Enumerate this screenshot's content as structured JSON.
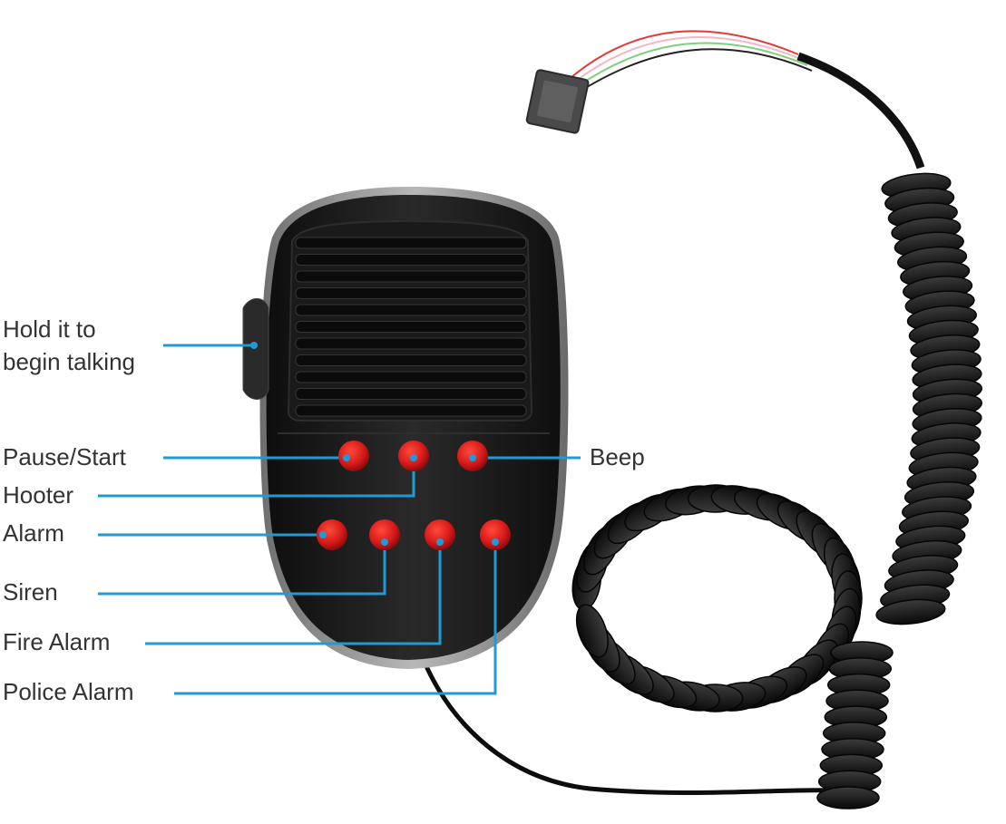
{
  "callouts": {
    "ptt": "Hold it to\nbegin talking",
    "pause_start": "Pause/Start",
    "hooter": "Hooter",
    "alarm": "Alarm",
    "siren": "Siren",
    "fire_alarm": "Fire Alarm",
    "police_alarm": "Police Alarm",
    "beep": "Beep"
  },
  "colors": {
    "leader_line": "#1e9ad6",
    "button_red": "#d81a1a",
    "body_black": "#151515",
    "rim_grey": "#9a9a9a"
  }
}
